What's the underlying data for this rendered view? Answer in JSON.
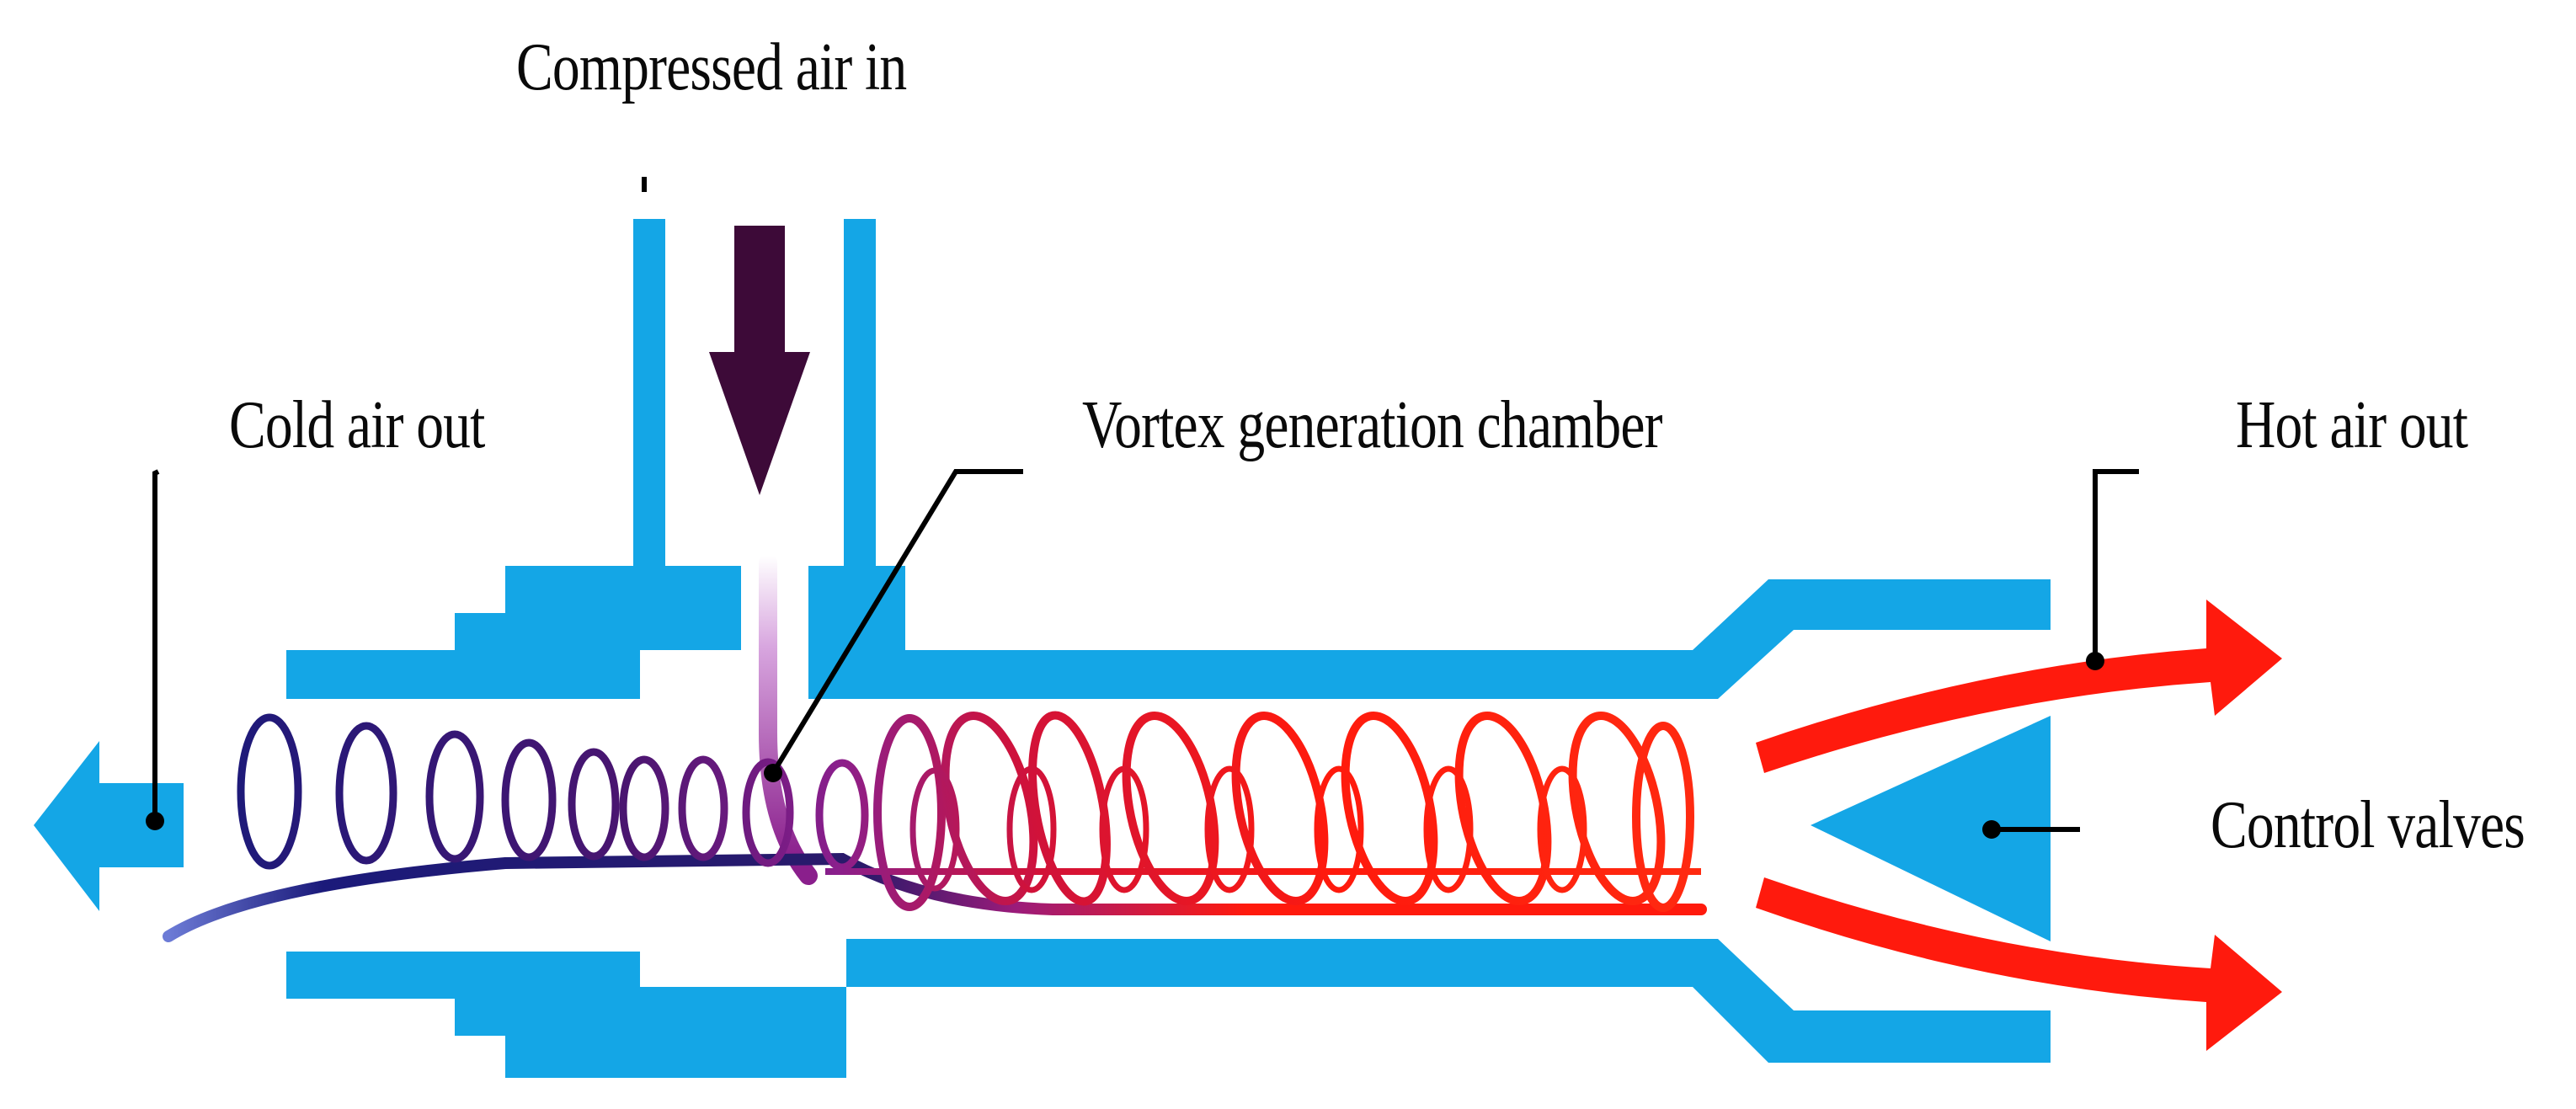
{
  "labels": {
    "compressed_air_in": "Compressed air in",
    "cold_air_out": "Cold air out",
    "vortex_generation_chamber": "Vortex generation chamber",
    "hot_air_out": "Hot air out",
    "control_valves": "Control valves"
  },
  "colors": {
    "body": "#14a6e6",
    "inlet_arrow": "#3d0a38",
    "cold_flow": "#1b1a7a",
    "hot_flow": "#ff1a0d",
    "leader_lines": "#000000"
  },
  "spiral": {
    "cold_loops": 9,
    "hot_loops": 8
  }
}
